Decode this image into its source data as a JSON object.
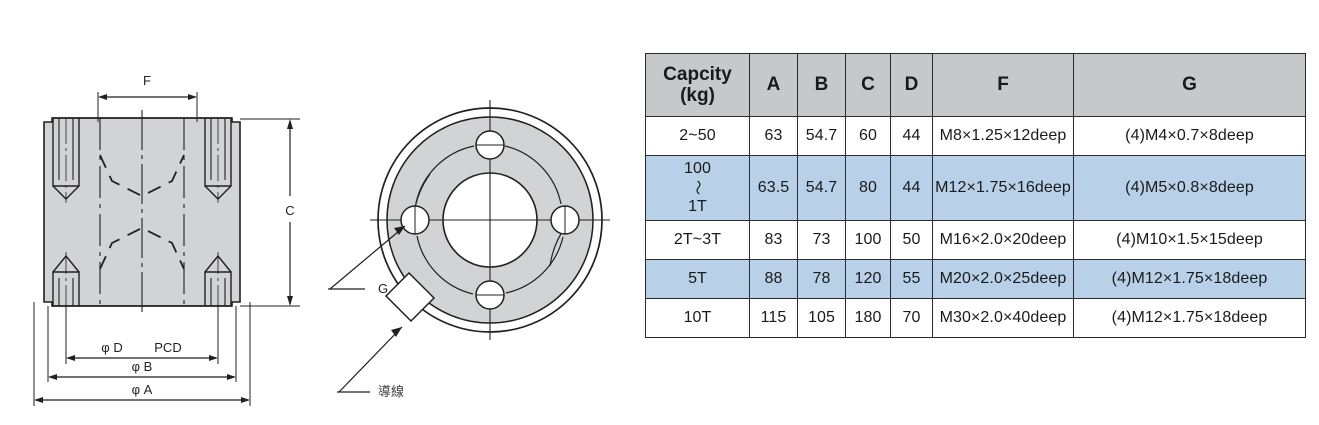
{
  "drawing": {
    "front_view": {
      "dim_top_label": "F",
      "dim_right_label": "C",
      "dim_bottom_labels": [
        "φ D",
        "PCD",
        "φ B",
        "φ A"
      ],
      "body_fill": "#d1d3d4",
      "line_color": "#231f20"
    },
    "top_view": {
      "callout_g": "G",
      "callout_cable": "導線",
      "ring_fill": "#d1d3d4",
      "line_color": "#231f20",
      "bolt_hole_count": 4
    }
  },
  "table": {
    "headers": [
      "Capcity\n(kg)",
      "A",
      "B",
      "C",
      "D",
      "F",
      "G"
    ],
    "header_capacity_line1": "Capcity",
    "header_capacity_line2": "(kg)",
    "header_a": "A",
    "header_b": "B",
    "header_c": "C",
    "header_d": "D",
    "header_f": "F",
    "header_g": "G",
    "header_bg": "#c6c8ca",
    "highlight_bg": "#b8d0e8",
    "border_color": "#2a2a2a",
    "rows": [
      {
        "highlight": false,
        "capacity": "2~50",
        "capacity_lines": null,
        "a": "63",
        "b": "54.7",
        "c": "60",
        "d": "44",
        "f": "M8×1.25×12deep",
        "g": "(4)M4×0.7×8deep"
      },
      {
        "highlight": true,
        "capacity": "100 〜 1T",
        "capacity_lines": [
          "100",
          "〜",
          "1T"
        ],
        "a": "63.5",
        "b": "54.7",
        "c": "80",
        "d": "44",
        "f": "M12×1.75×16deep",
        "g": "(4)M5×0.8×8deep"
      },
      {
        "highlight": false,
        "capacity": "2T~3T",
        "capacity_lines": null,
        "a": "83",
        "b": "73",
        "c": "100",
        "d": "50",
        "f": "M16×2.0×20deep",
        "g": "(4)M10×1.5×15deep"
      },
      {
        "highlight": true,
        "capacity": "5T",
        "capacity_lines": null,
        "a": "88",
        "b": "78",
        "c": "120",
        "d": "55",
        "f": "M20×2.0×25deep",
        "g": "(4)M12×1.75×18deep"
      },
      {
        "highlight": false,
        "capacity": "10T",
        "capacity_lines": null,
        "a": "115",
        "b": "105",
        "c": "180",
        "d": "70",
        "f": "M30×2.0×40deep",
        "g": "(4)M12×1.75×18deep"
      }
    ]
  }
}
